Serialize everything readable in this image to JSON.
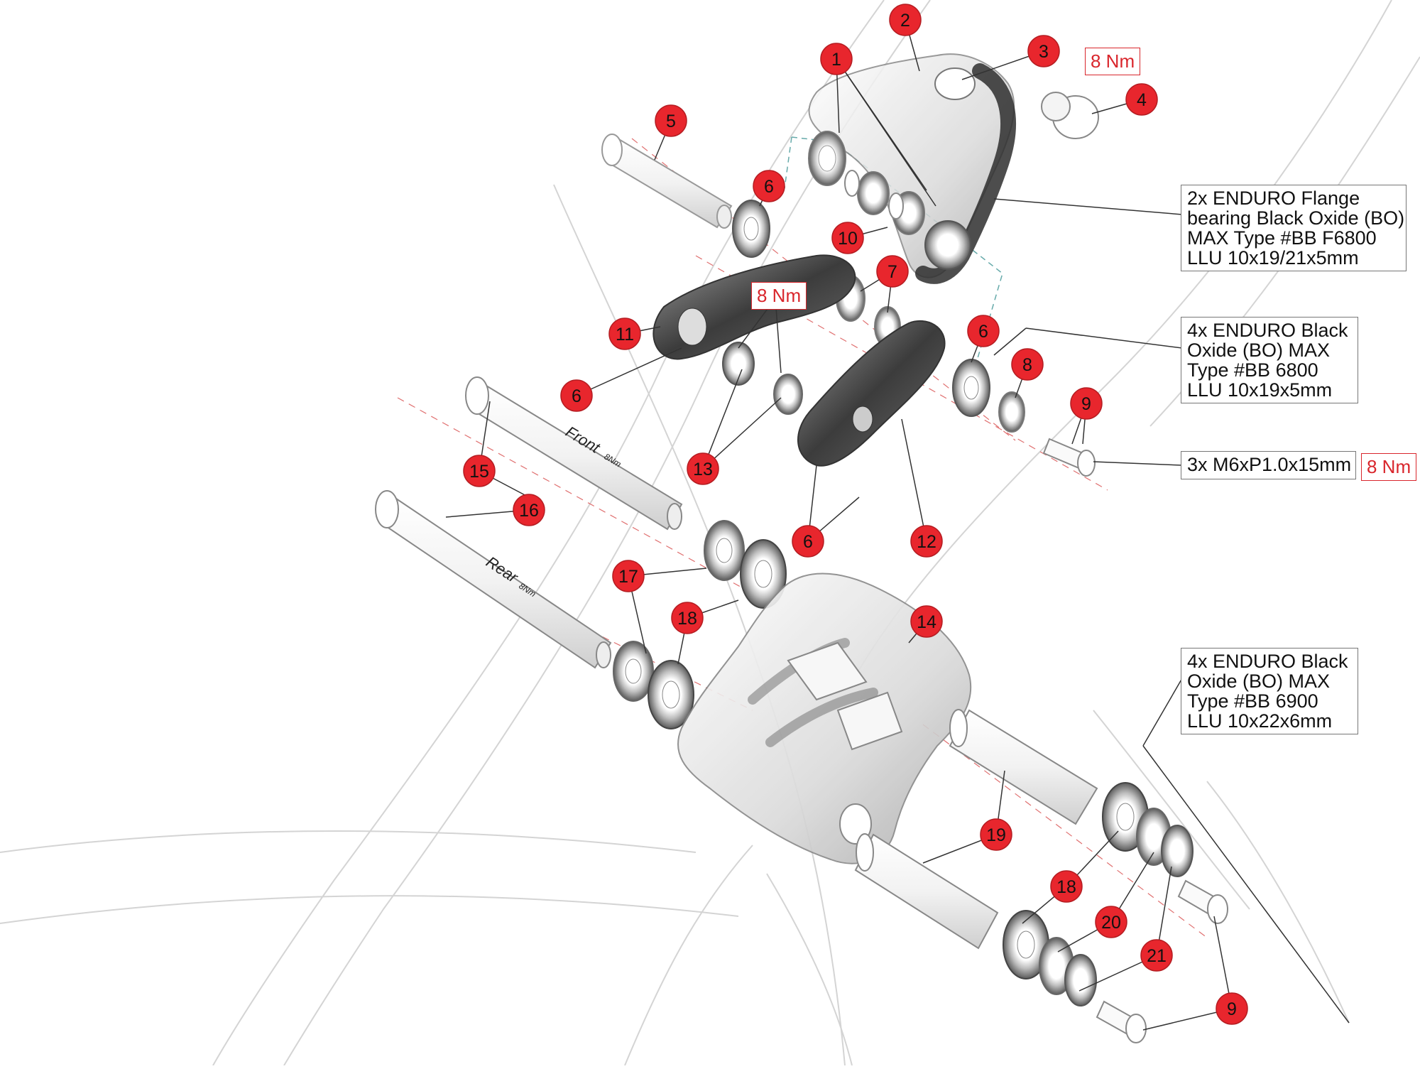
{
  "part_numbers": [
    "1",
    "2",
    "3",
    "4",
    "5",
    "6",
    "6",
    "6",
    "6",
    "7",
    "8",
    "9",
    "9",
    "10",
    "11",
    "12",
    "13",
    "14",
    "15",
    "16",
    "17",
    "18",
    "18",
    "19",
    "20",
    "21"
  ],
  "torque_labels": {
    "top": "8 Nm",
    "middle": "8 Nm",
    "bolt": "8 Nm"
  },
  "callouts": {
    "flange_bearing": [
      "2x ENDURO Flange",
      "bearing Black Oxide (BO)",
      "MAX Type #BB F6800",
      "LLU 10x19/21x5mm"
    ],
    "bearing_6800": [
      "4x ENDURO Black",
      "Oxide (BO) MAX",
      "Type #BB 6800",
      "LLU 10x19x5mm"
    ],
    "bolt": [
      "3x M6xP1.0x15mm"
    ],
    "bearing_6900": [
      "4x ENDURO Black",
      "Oxide (BO) MAX",
      "Type #BB 6900",
      "LLU 10x22x6mm"
    ]
  },
  "shaft_labels": {
    "front": "Front",
    "front_torque": "8Nm",
    "rear": "Rear",
    "rear_torque": "8Nm"
  },
  "colors": {
    "marker": "#e8262d",
    "torque_text": "#d9262c",
    "part_dark": "#4a4a4a",
    "part_light": "#d9d9d9"
  }
}
